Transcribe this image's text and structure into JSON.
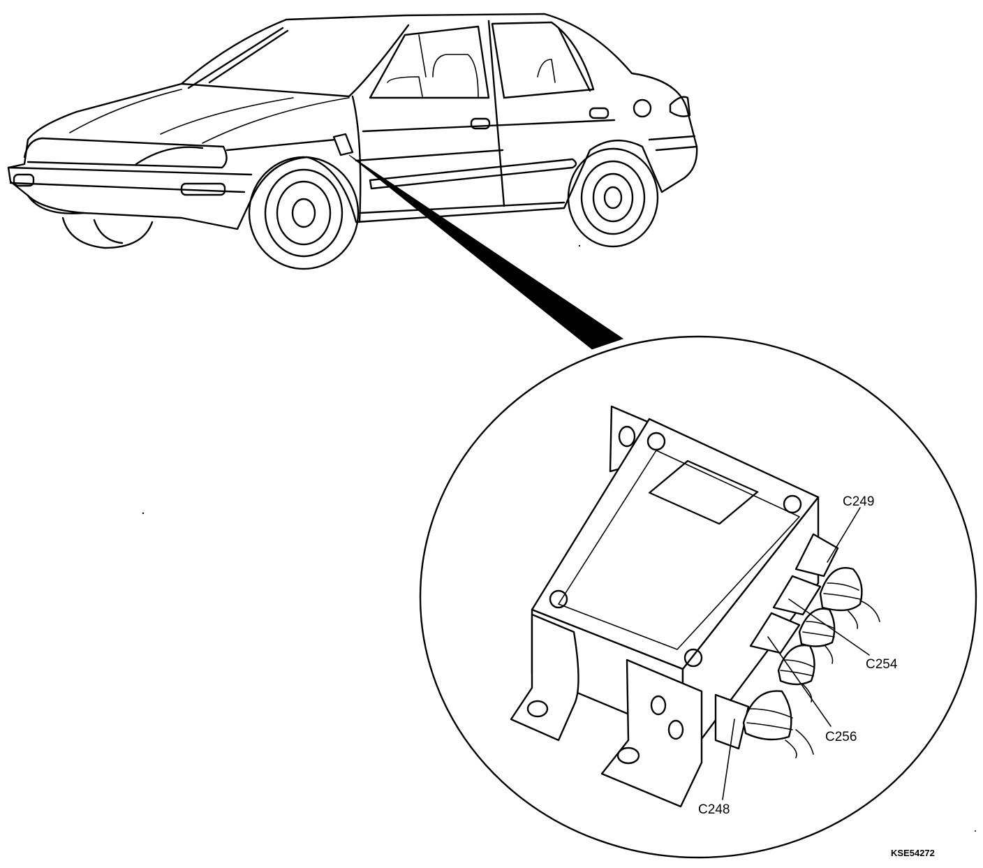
{
  "labels": {
    "c249": "C249",
    "c254": "C254",
    "c256": "C256",
    "c248": "C248"
  },
  "figure_code": "KSE54272"
}
